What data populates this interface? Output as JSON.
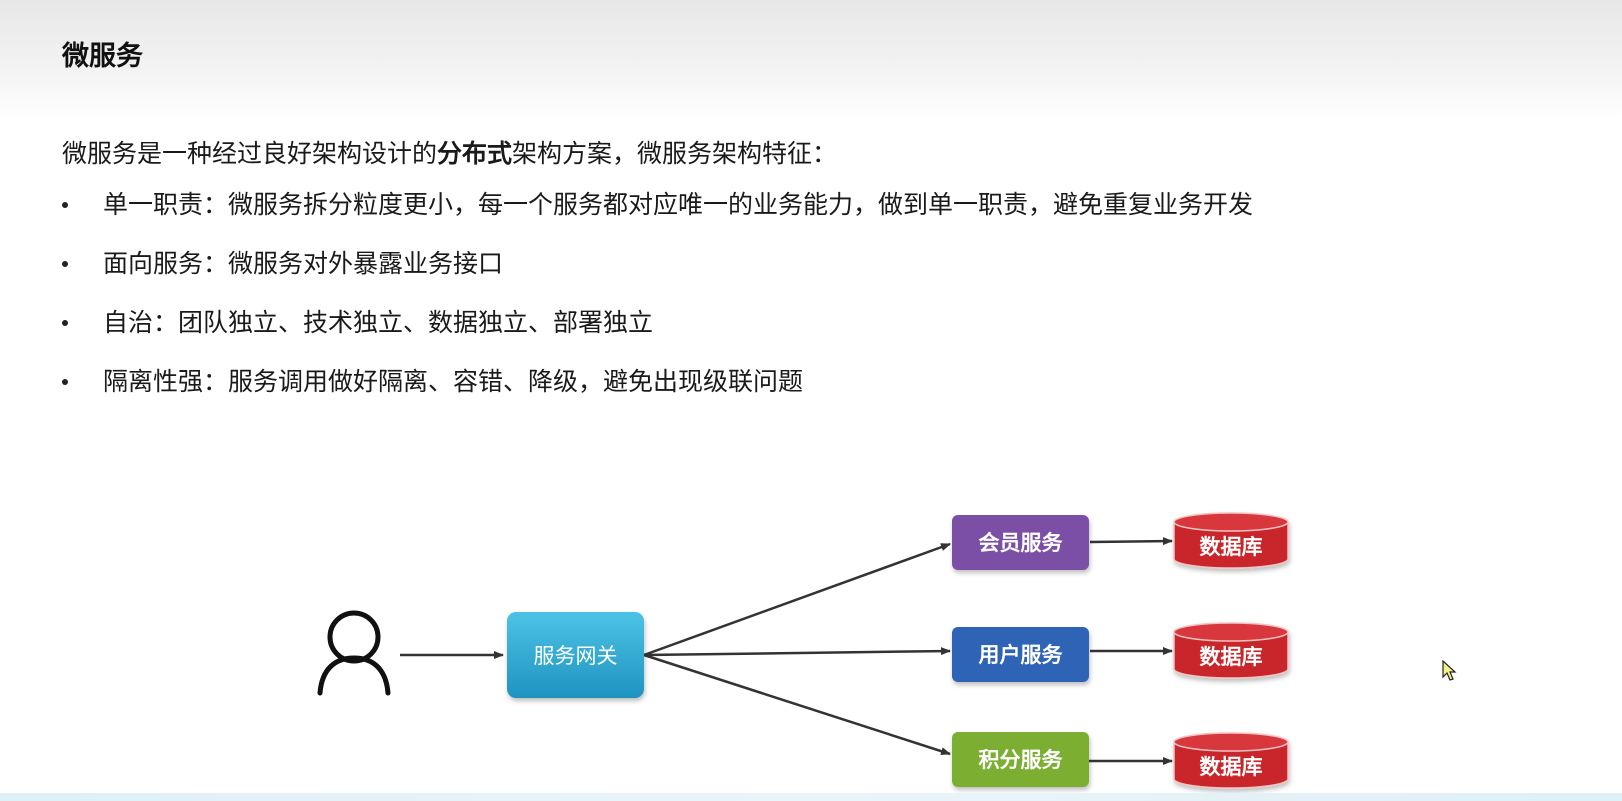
{
  "slide": {
    "title": "微服务",
    "intro_before": "微服务是一种经过良好架构设计的",
    "intro_bold": "分布式",
    "intro_after": "架构方案，微服务架构特征：",
    "bullets": [
      {
        "text": "单一职责：微服务拆分粒度更小，每一个服务都对应唯一的业务能力，做到单一职责，避免重复业务开发"
      },
      {
        "text": "面向服务：微服务对外暴露业务接口"
      },
      {
        "text": "自治：团队独立、技术独立、数据独立、部署独立"
      },
      {
        "text": "隔离性强：服务调用做好隔离、容错、降级，避免出现级联问题"
      }
    ]
  },
  "diagram": {
    "user_icon": "user-icon",
    "gateway": {
      "label": "服务网关",
      "color": "#2aa7cf"
    },
    "services": [
      {
        "label": "会员服务",
        "color": "#7b4fa6"
      },
      {
        "label": "用户服务",
        "color": "#2f63b6"
      },
      {
        "label": "积分服务",
        "color": "#7cae33"
      }
    ],
    "databases": [
      {
        "label": "数据库",
        "color": "#c8262a"
      },
      {
        "label": "数据库",
        "color": "#c8262a"
      },
      {
        "label": "数据库",
        "color": "#c8262a"
      }
    ]
  },
  "cursor_icon": "mouse-pointer-icon"
}
